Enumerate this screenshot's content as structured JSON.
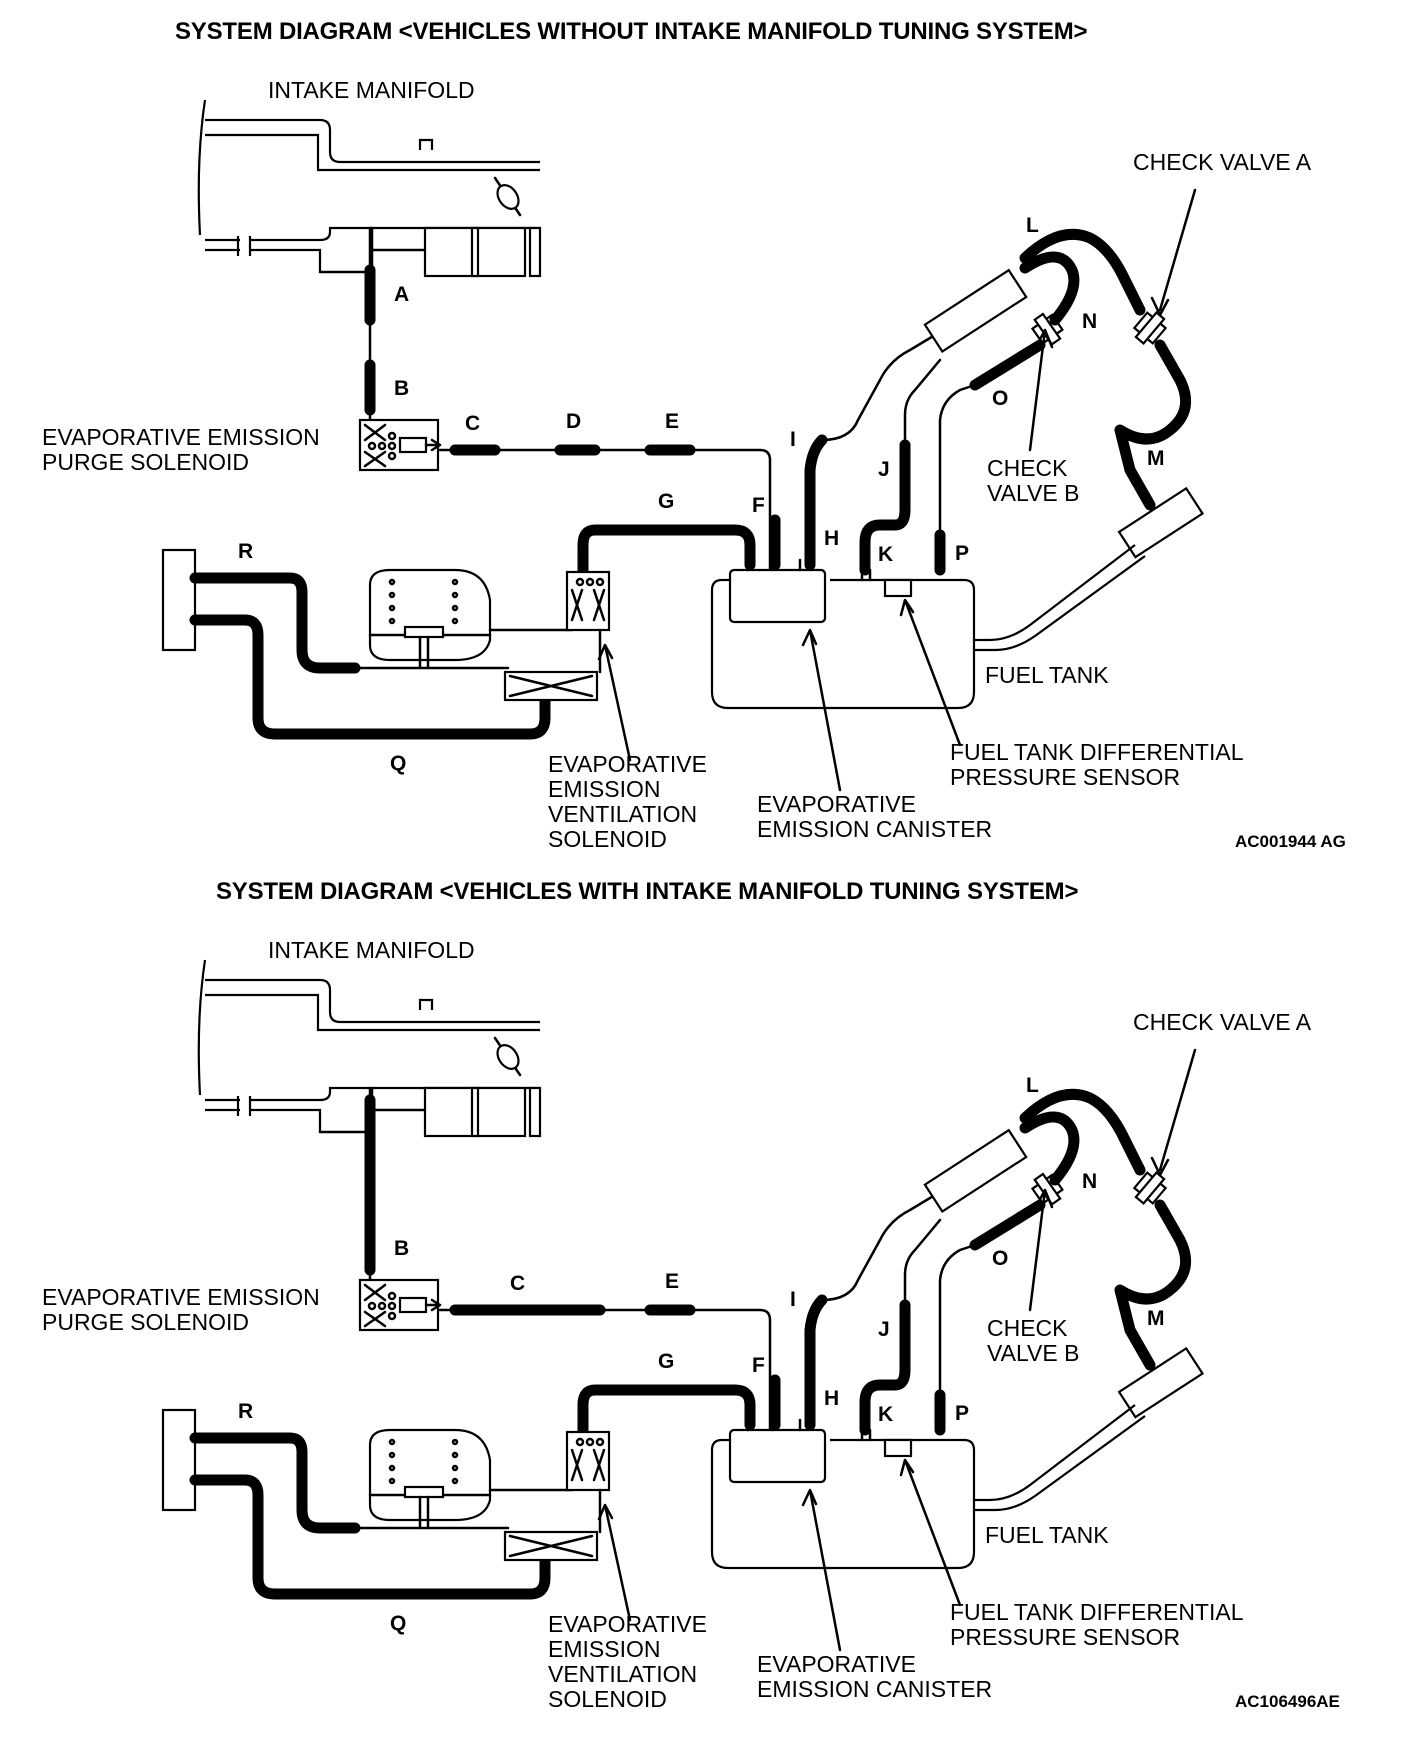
{
  "diagrams": [
    {
      "title": "SYSTEM DIAGRAM <VEHICLES WITHOUT INTAKE MANIFOLD TUNING SYSTEM>",
      "code": "AC001944 AG",
      "labels": {
        "intake_manifold": "INTAKE MANIFOLD",
        "check_valve_a": "CHECK VALVE A",
        "check_valve_b": "CHECK\nVALVE B",
        "purge_solenoid": "EVAPORATIVE EMISSION\nPURGE SOLENOID",
        "ventilation_solenoid": "EVAPORATIVE\nEMISSION\nVENTILATION\nSOLENOID",
        "canister": "EVAPORATIVE\nEMISSION CANISTER",
        "fuel_tank": "FUEL TANK",
        "pressure_sensor": "FUEL TANK DIFFERENTIAL\nPRESSURE SENSOR"
      },
      "hoses": {
        "A": "A",
        "B": "B",
        "C": "C",
        "D": "D",
        "E": "E",
        "F": "F",
        "G": "G",
        "H": "H",
        "I": "I",
        "J": "J",
        "K": "K",
        "L": "L",
        "M": "M",
        "N": "N",
        "O": "O",
        "P": "P",
        "Q": "Q",
        "R": "R"
      }
    },
    {
      "title": "SYSTEM DIAGRAM <VEHICLES WITH INTAKE MANIFOLD TUNING SYSTEM>",
      "code": "AC106496AE",
      "labels": {
        "intake_manifold": "INTAKE MANIFOLD",
        "check_valve_a": "CHECK VALVE A",
        "check_valve_b": "CHECK\nVALVE B",
        "purge_solenoid": "EVAPORATIVE EMISSION\nPURGE SOLENOID",
        "ventilation_solenoid": "EVAPORATIVE\nEMISSION\nVENTILATION\nSOLENOID",
        "canister": "EVAPORATIVE\nEMISSION CANISTER",
        "fuel_tank": "FUEL TANK",
        "pressure_sensor": "FUEL TANK DIFFERENTIAL\nPRESSURE SENSOR"
      },
      "hoses": {
        "B": "B",
        "C": "C",
        "E": "E",
        "F": "F",
        "G": "G",
        "H": "H",
        "I": "I",
        "J": "J",
        "K": "K",
        "L": "L",
        "M": "M",
        "N": "N",
        "O": "O",
        "P": "P",
        "Q": "Q",
        "R": "R"
      }
    }
  ]
}
